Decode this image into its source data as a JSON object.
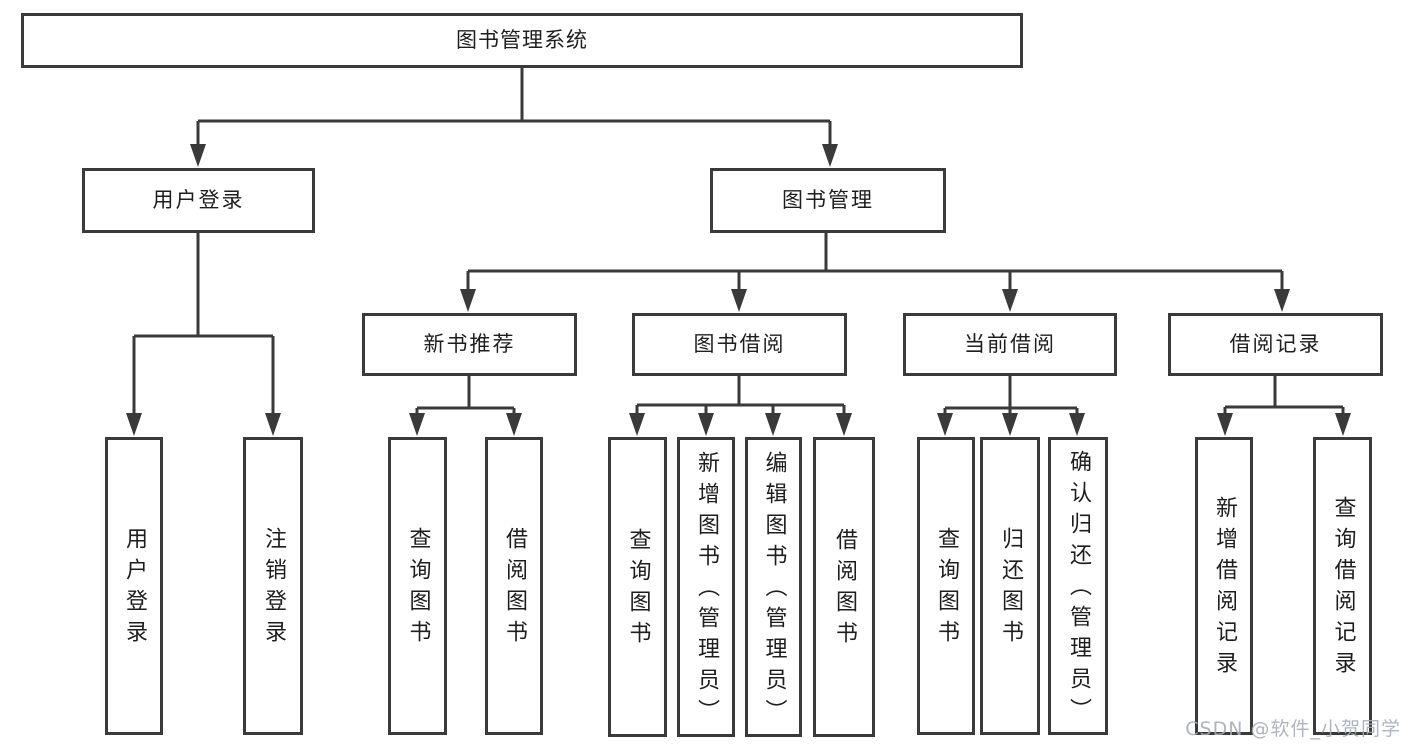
{
  "tree": {
    "root": {
      "label": "图书管理系统",
      "children": [
        {
          "label": "用户登录",
          "children": [
            {
              "label": "用户登录"
            },
            {
              "label": "注销登录"
            }
          ]
        },
        {
          "label": "图书管理",
          "children": [
            {
              "label": "新书推荐",
              "children": [
                {
                  "label": "查询图书"
                },
                {
                  "label": "借阅图书"
                }
              ]
            },
            {
              "label": "图书借阅",
              "children": [
                {
                  "label": "查询图书"
                },
                {
                  "label": "新增图书（管理员）"
                },
                {
                  "label": "编辑图书（管理员）"
                },
                {
                  "label": "借阅图书"
                }
              ]
            },
            {
              "label": "当前借阅",
              "children": [
                {
                  "label": "查询图书"
                },
                {
                  "label": "归还图书"
                },
                {
                  "label": "确认归还（管理员）"
                }
              ]
            },
            {
              "label": "借阅记录",
              "children": [
                {
                  "label": "新增借阅记录"
                },
                {
                  "label": "查询借阅记录"
                }
              ]
            }
          ]
        }
      ]
    }
  },
  "watermark": {
    "text": "CSDN @软件_小贺同学"
  },
  "colors": {
    "line": "#3a3a3a",
    "box_border": "#3a3a3a",
    "text": "#1e1e1e",
    "watermark": "#a7acba",
    "background": "#ffffff"
  }
}
